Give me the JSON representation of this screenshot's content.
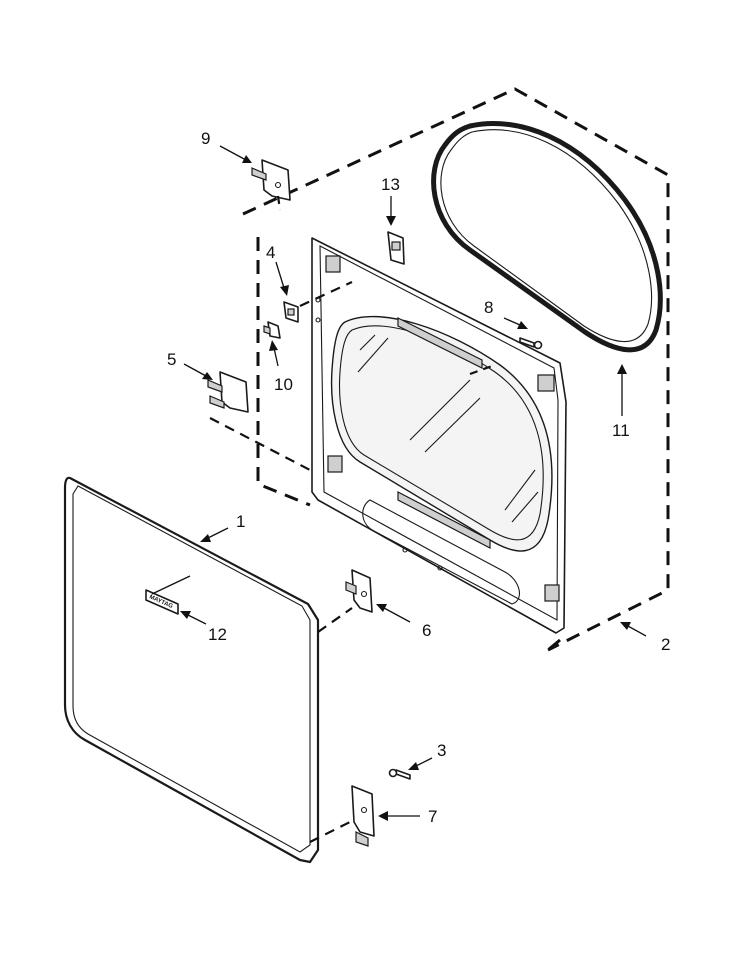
{
  "callouts": [
    {
      "id": "c9",
      "label": "9"
    },
    {
      "id": "c13",
      "label": "13"
    },
    {
      "id": "c4",
      "label": "4"
    },
    {
      "id": "c8",
      "label": "8"
    },
    {
      "id": "c10",
      "label": "10"
    },
    {
      "id": "c5",
      "label": "5"
    },
    {
      "id": "c11",
      "label": "11"
    },
    {
      "id": "c1",
      "label": "1"
    },
    {
      "id": "c12",
      "label": "12"
    },
    {
      "id": "c6",
      "label": "6"
    },
    {
      "id": "c2",
      "label": "2"
    },
    {
      "id": "c3",
      "label": "3"
    },
    {
      "id": "c7",
      "label": "7"
    }
  ],
  "nameplate_text": "MAYTAG"
}
